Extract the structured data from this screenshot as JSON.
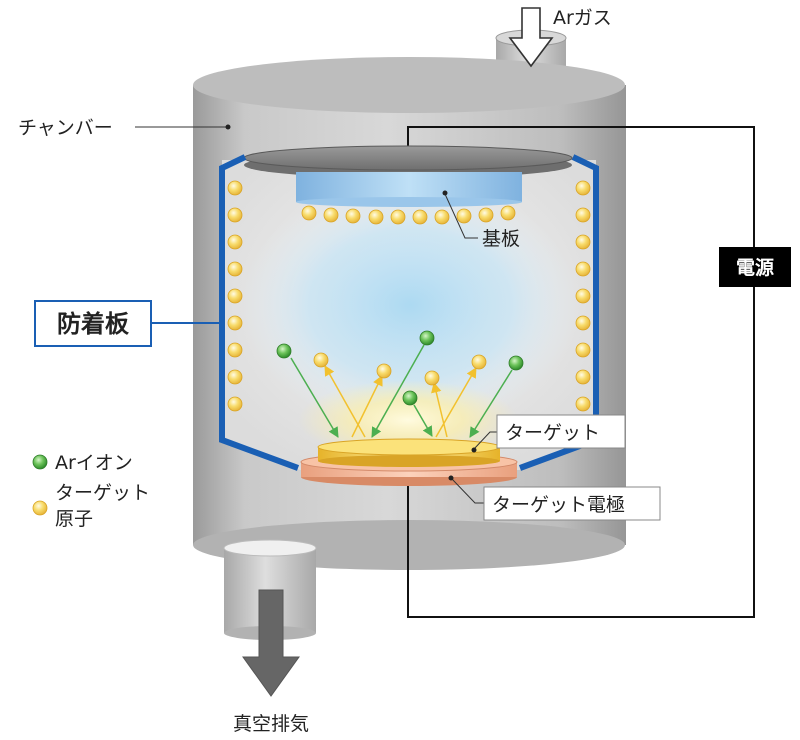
{
  "labels": {
    "ar_gas": "Arガス",
    "chamber": "チャンバー",
    "substrate": "基板",
    "power_supply": "電源",
    "shield_plate": "防着板",
    "target": "ターゲット",
    "target_electrode": "ターゲット電極",
    "vacuum_exhaust": "真空排気"
  },
  "legend": {
    "ar_ion": "Arイオン",
    "target_atom_line1": "ターゲット",
    "target_atom_line2": "原子"
  },
  "colors": {
    "shield_blue": "#1a5fb4",
    "ar_ion_green": "#4caf50",
    "target_atom_yellow": "#f6d35e",
    "target_gold": "#e8b830",
    "electrode_copper": "#f0a98a",
    "chamber_gray": "#b4b4b4",
    "plasma_blue": "#bfe2f5"
  },
  "icons": {
    "ar_gas_inlet": "down-arrow-outline-icon",
    "exhaust": "down-arrow-filled-icon"
  }
}
